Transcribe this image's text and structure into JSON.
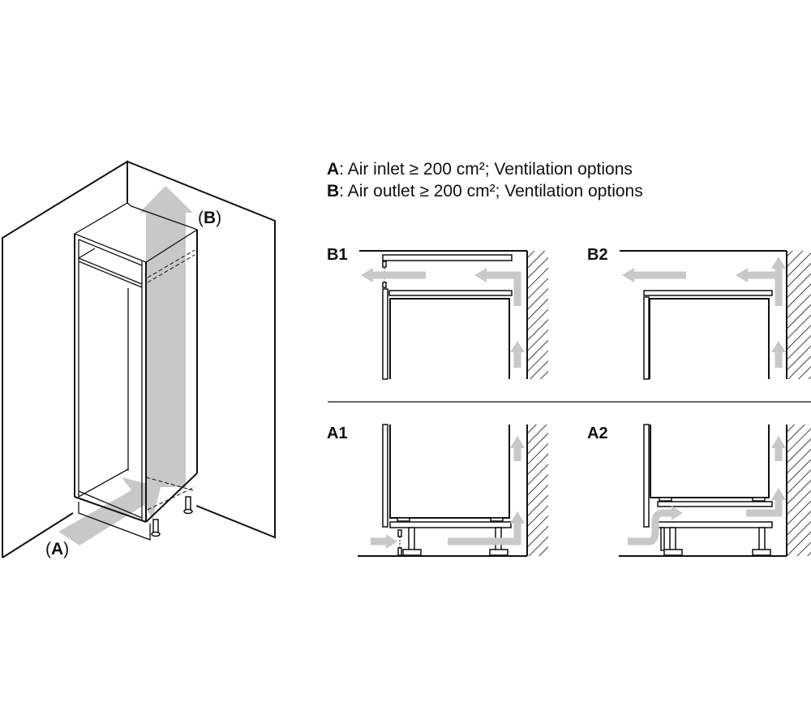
{
  "legend": {
    "a_key": "A",
    "a_text": ": Air inlet ≥ 200 cm²; Ventilation options",
    "b_key": "B",
    "b_text": ": Air outlet ≥ 200 cm²; Ventilation options"
  },
  "iso_labels": {
    "b_open": "(",
    "b_key": "B",
    "b_close": ")",
    "a_open": "(",
    "a_key": "A",
    "a_close": ")"
  },
  "panels": {
    "b1": "B1",
    "b2": "B2",
    "a1": "A1",
    "a2": "A2"
  },
  "colors": {
    "airflow": "#c8c8c8",
    "line": "#111111"
  }
}
